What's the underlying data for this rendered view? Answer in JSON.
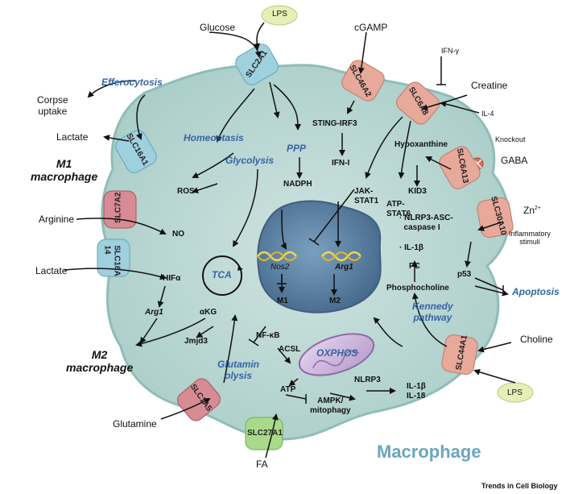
{
  "outside": {
    "lps_top": "LPS",
    "glucose": "Glucose",
    "cgamp": "cGAMP",
    "ifn_gamma": "IFN-γ",
    "creatine": "Creatine",
    "il4": "IL-4",
    "knockout": "Knockout",
    "gaba": "GABA",
    "zn": "Zn",
    "zn_sup": "2+",
    "inflammatory_1": "Inflammatory",
    "inflammatory_2": "stimuli",
    "corpse_1": "Corpse",
    "corpse_2": "uptake",
    "lactate_top": "Lactate",
    "m1_1": "M1",
    "m1_2": "macrophage",
    "arginine": "Arginine",
    "lactate_mid": "Lactate",
    "m2_1": "M2",
    "m2_2": "macrophage",
    "glutamine": "Glutamine",
    "fa": "FA",
    "choline": "Choline",
    "lps_bottom": "LPS",
    "apoptosis": "Apoptosis",
    "macrophage": "Macrophage",
    "credit": "Trends in Cell Biology"
  },
  "transporters": {
    "slc2a1": "SLC2A1",
    "slc46a2": "SLC46A2",
    "slc6a8": "SLC6A8",
    "slc6a13": "SLC6A13",
    "slc30a10": "SLC30A10",
    "slc44a1": "SLC44A1",
    "slc27a1": "SLC27A1",
    "slc1a5": "SLC1A5",
    "slc16a14": "SLC16A\n14",
    "slc7a2": "SLC7A2",
    "slc16a1": "SLC16A1"
  },
  "inside": {
    "efferocytosis": "Efferocytosis",
    "homeostasis": "Homeostasis",
    "glycolysis": "Glycolysis",
    "ppp": "PPP",
    "nadph": "NADPH",
    "ros": "ROS",
    "no": "NO",
    "hifa": "HIFα",
    "arg1_cyto": "Arg1",
    "tca": "TCA",
    "akg": "αKG",
    "jmjd3": "Jmjd3",
    "nfkb": "NF-κB",
    "acsl": "ACSL",
    "glutaminolysis_1": "Glutamin",
    "glutaminolysis_2": "olysis",
    "atp": "ATP",
    "ampk_1": "AMPK/",
    "ampk_2": "mitophagy",
    "nlrp3": "NLRP3",
    "il1b_il18_1": "IL-1β",
    "il1b_il18_2": "IL-18",
    "sting": "STING-IRF3",
    "ifn1": "IFN-I",
    "jak_1": "JAK-",
    "jak_2": "STAT1",
    "atp_stat6_1": "ATP-",
    "atp_stat6_2": "STAT6",
    "hypoxanthine": "Hypoxanthine",
    "kid3": "KID3",
    "nlrp3_asc_1": "· NLRP3-ASC-",
    "nlrp3_asc_2": "  caspase I",
    "il1b_inner": "· IL-1β",
    "pc": "PC",
    "phosphocholine": "Phosphocholine",
    "p53": "p53",
    "kennedy_1": "Kennedy",
    "kennedy_2": "pathway",
    "oxphos": "OXPHOS",
    "nos2": "Nos2",
    "arg1_nuc": "Arg1",
    "m1_node": "M1",
    "m2_node": "M2"
  },
  "colors": {
    "cell_fill": "#b6d4d0",
    "cell_edge": "#8fbdb8",
    "nucleus": "#5e7f9e",
    "transporter_pink": "#e7a99a",
    "transporter_blue": "#9fd0de",
    "transporter_green": "#a9d98a",
    "transporter_red": "#d88b95",
    "label_blue": "#3465a4",
    "lps_fill": "#e6efb6"
  }
}
